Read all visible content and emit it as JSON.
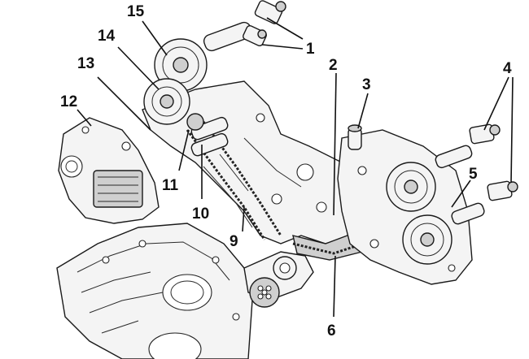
{
  "callouts": [
    {
      "id": "1",
      "label": "1"
    },
    {
      "id": "2",
      "label": "2"
    },
    {
      "id": "3",
      "label": "3"
    },
    {
      "id": "4",
      "label": "4"
    },
    {
      "id": "5",
      "label": "5"
    },
    {
      "id": "6",
      "label": "6"
    },
    {
      "id": "9",
      "label": "9"
    },
    {
      "id": "10",
      "label": "10"
    },
    {
      "id": "11",
      "label": "11"
    },
    {
      "id": "12",
      "label": "12"
    },
    {
      "id": "13",
      "label": "13"
    },
    {
      "id": "14",
      "label": "14"
    },
    {
      "id": "15",
      "label": "15"
    }
  ]
}
